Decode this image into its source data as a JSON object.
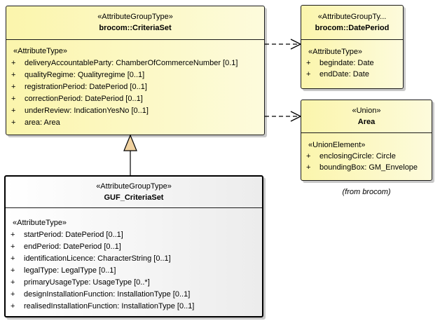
{
  "colors": {
    "class_fill_left": "#FBF5AC",
    "class_fill_right": "#FDFBDC",
    "focus_fill_left": "#FFFFFF",
    "focus_fill_right": "#ECECEC",
    "border": "#1A1A1A",
    "shadow": "#C9C9C9",
    "generalization_arrow_fill": "#F0D2A0",
    "text": "#000000",
    "background": "#FFFFFF"
  },
  "classes": {
    "criteriaset": {
      "stereotype": "«AttributeGroupType»",
      "name": "brocom::CriteriaSet",
      "section_stereotype": "«AttributeType»",
      "attributes": [
        {
          "vis": "+",
          "text": "deliveryAccountableParty: ChamberOfCommerceNumber [0.1]"
        },
        {
          "vis": "+",
          "text": "qualityRegime: Qualityregime [0..1]"
        },
        {
          "vis": "+",
          "text": "registrationPeriod: DatePeriod [0..1]"
        },
        {
          "vis": "+",
          "text": "correctionPeriod: DatePeriod [0..1]"
        },
        {
          "vis": "+",
          "text": "underReview: IndicationYesNo [0..1]"
        },
        {
          "vis": "+",
          "text": "area: Area"
        }
      ]
    },
    "guf": {
      "stereotype": "«AttributeGroupType»",
      "name": "GUF_CriteriaSet",
      "section_stereotype": "«AttributeType»",
      "attributes": [
        {
          "vis": "+",
          "text": "startPeriod: DatePeriod [0..1]"
        },
        {
          "vis": "+",
          "text": "endPeriod: DatePeriod [0..1]"
        },
        {
          "vis": "+",
          "text": "identificationLicence: CharacterString [0..1]"
        },
        {
          "vis": "+",
          "text": "legalType: LegalType [0..1]"
        },
        {
          "vis": "+",
          "text": "primaryUsageType: UsageType [0..*]"
        },
        {
          "vis": "+",
          "text": "designInstallationFunction: InstallationType [0..1]"
        },
        {
          "vis": "+",
          "text": "realisedInstallationFunction: InstallationType [0..1]"
        }
      ]
    },
    "dateperiod": {
      "stereotype": "«AttributeGroupTy...",
      "name": "brocom::DatePeriod",
      "section_stereotype": "«AttributeType»",
      "attributes": [
        {
          "vis": "+",
          "text": "begindate: Date"
        },
        {
          "vis": "+",
          "text": "endDate: Date"
        }
      ]
    },
    "area": {
      "stereotype": "«Union»",
      "name": "Area",
      "section_stereotype": "«UnionElement»",
      "attributes": [
        {
          "vis": "+",
          "text": "enclosingCircle: Circle"
        },
        {
          "vis": "+",
          "text": "boundingBox: GM_Envelope"
        }
      ]
    }
  },
  "annotations": {
    "from_note": "(from brocom)"
  },
  "connectors": [
    {
      "type": "generalization",
      "from": "GUF_CriteriaSet",
      "to": "brocom::CriteriaSet"
    },
    {
      "type": "dependency",
      "from": "brocom::CriteriaSet",
      "to": "brocom::DatePeriod"
    },
    {
      "type": "dependency",
      "from": "brocom::CriteriaSet",
      "to": "Area"
    }
  ]
}
